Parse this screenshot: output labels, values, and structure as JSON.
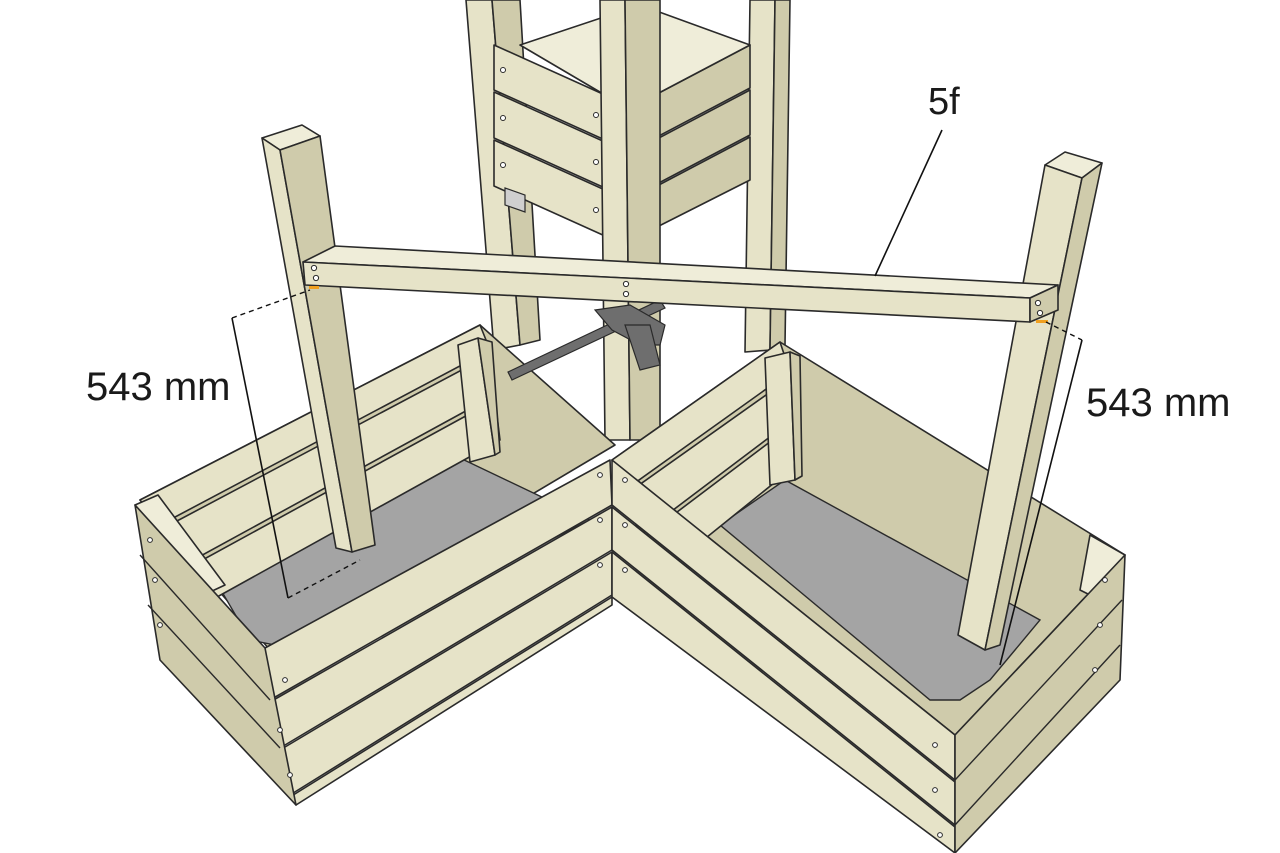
{
  "labels": {
    "part": "5f",
    "dimension_left": "543 mm",
    "dimension_right": "543 mm"
  },
  "colors": {
    "wood": "#e6e3c8",
    "wood_dark": "#cfcbab",
    "wood_light": "#efedd9",
    "floor": "#a4a4a4",
    "mark": "#f0a020",
    "clamp": "#6e6e6e"
  }
}
